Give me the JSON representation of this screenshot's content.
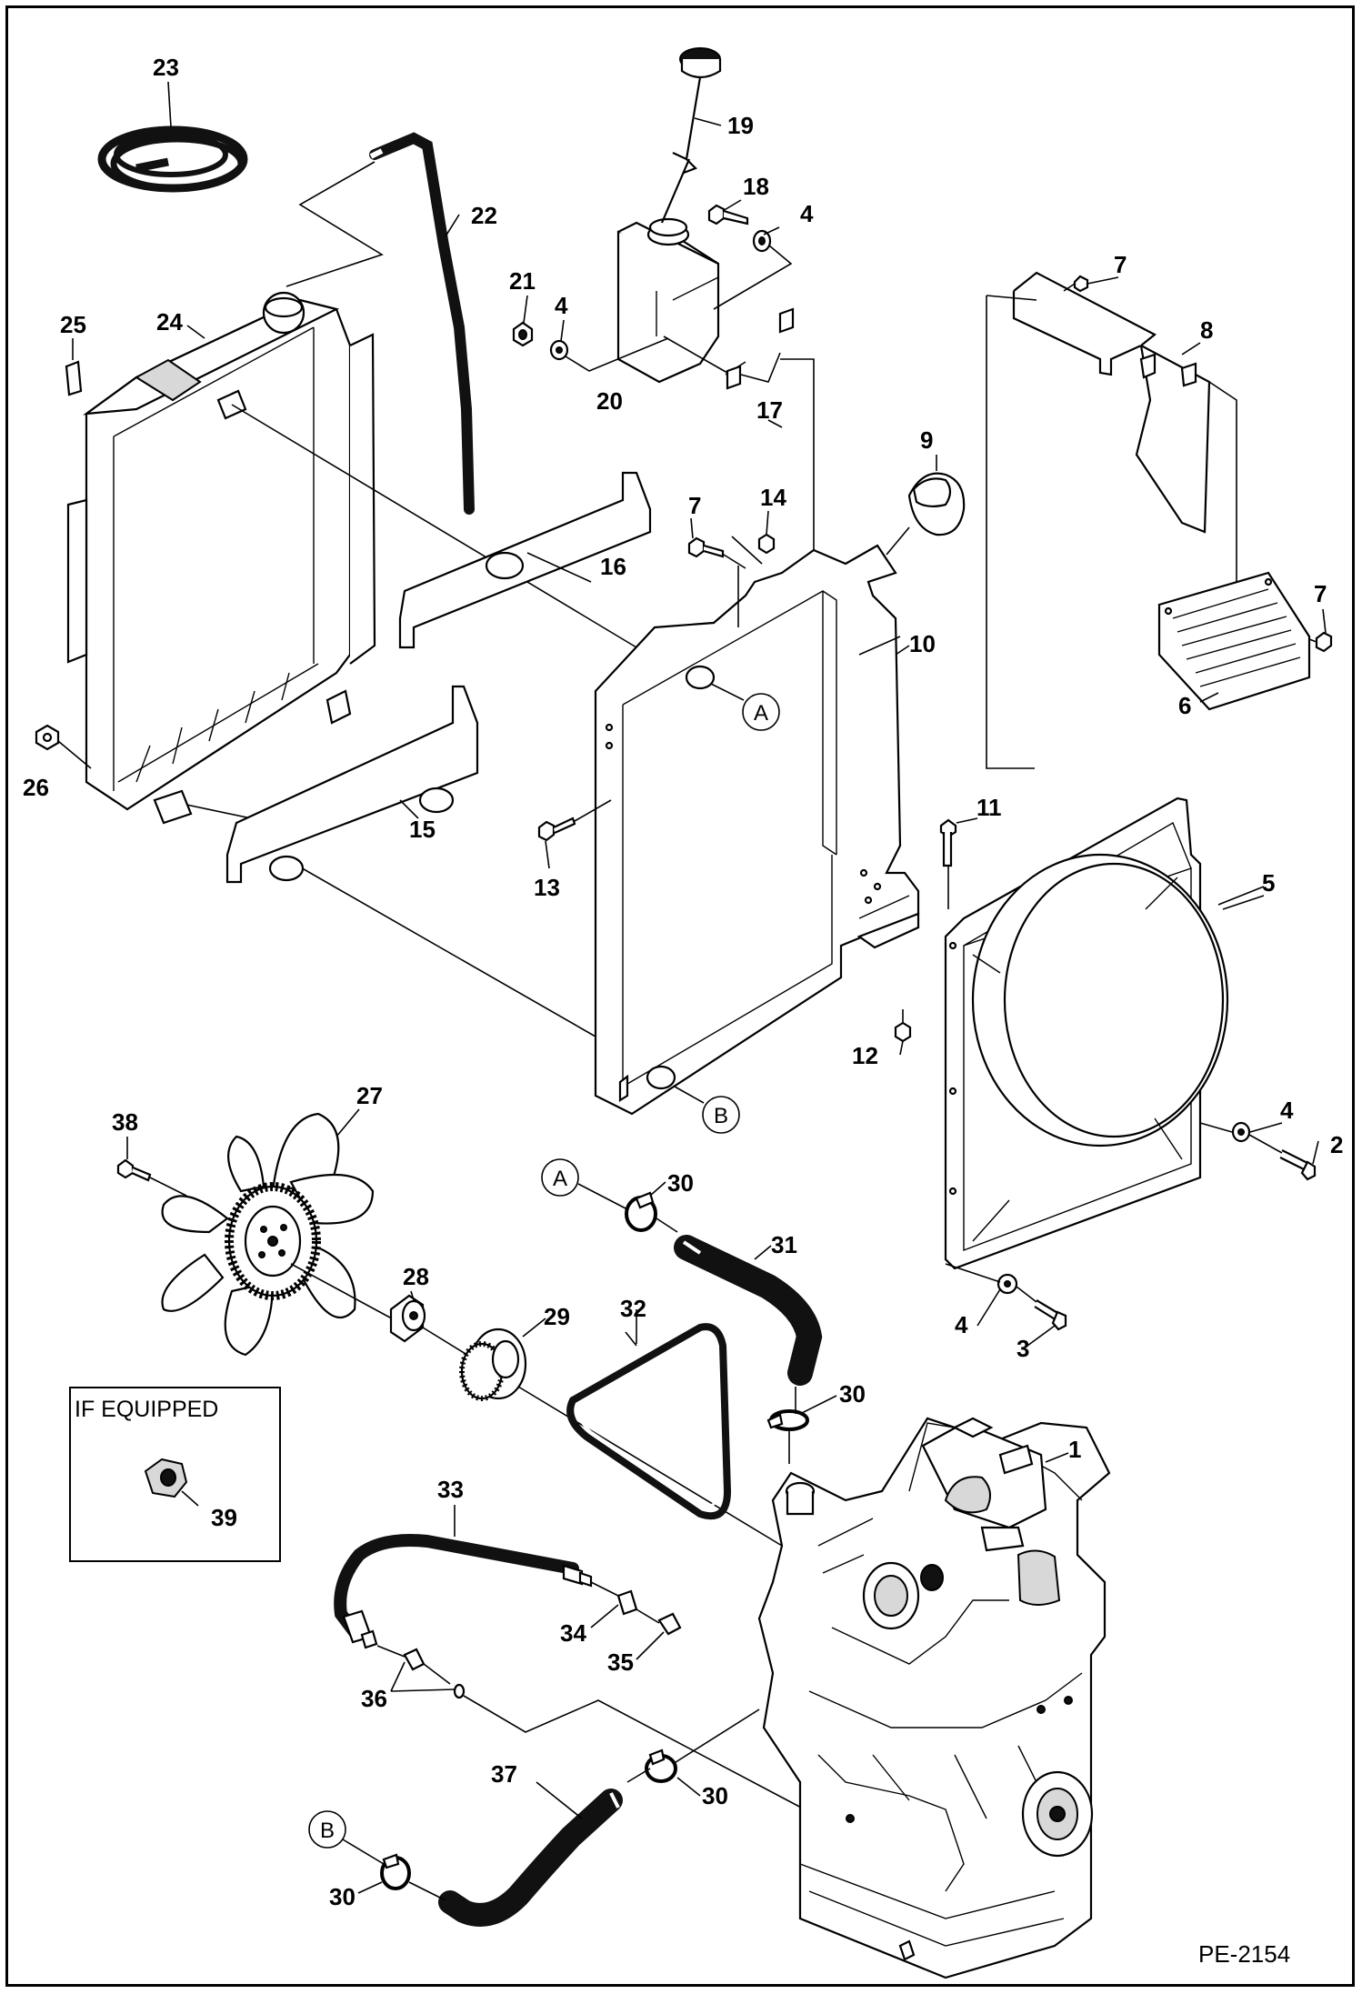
{
  "figure": {
    "doc_number": "PE-2154",
    "if_equipped_label": "IF EQUIPPED"
  },
  "part_labels": [
    "1",
    "2",
    "3",
    "4",
    "4",
    "4",
    "4",
    "5",
    "6",
    "7",
    "7",
    "7",
    "8",
    "9",
    "10",
    "11",
    "12",
    "13",
    "14",
    "15",
    "16",
    "17",
    "18",
    "19",
    "20",
    "21",
    "22",
    "23",
    "24",
    "25",
    "26",
    "27",
    "28",
    "29",
    "30",
    "30",
    "30",
    "30",
    "31",
    "32",
    "33",
    "34",
    "35",
    "36",
    "37",
    "38",
    "39"
  ],
  "references": {
    "a_radiator_side": "A",
    "b_radiator_side": "B",
    "a_hose_side": "A",
    "b_hose_side": "B"
  }
}
